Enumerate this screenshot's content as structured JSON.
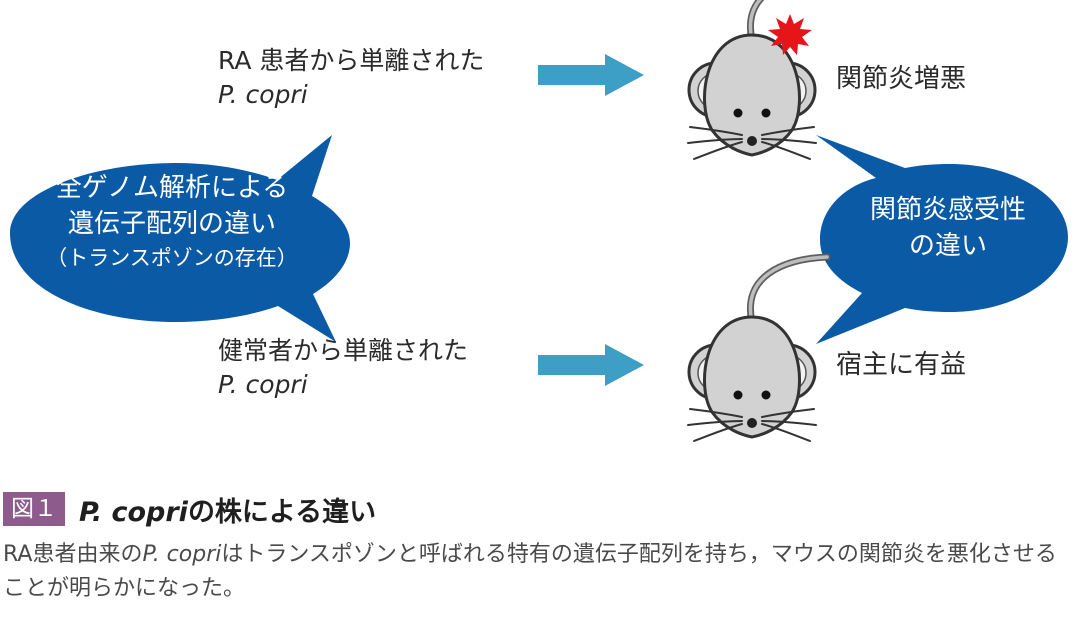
{
  "top_row": {
    "source_label": "RA 患者から単離された",
    "species": "P. copri",
    "outcome": "関節炎増悪"
  },
  "bottom_row": {
    "source_label": "健常者から単離された",
    "species": "P. copri",
    "outcome": "宿主に有益"
  },
  "left_bubble": {
    "line1": "全ゲノム解析による",
    "line2": "遺伝子配列の違い",
    "line3": "（トランスポゾンの存在）"
  },
  "right_bubble": {
    "line1": "関節炎感受性",
    "line2": "の違い"
  },
  "figure": {
    "badge": "図１",
    "title_species": "P. copri",
    "title_rest": "の株による違い"
  },
  "caption": {
    "prefix": "RA患者由来の",
    "species": "P. copri",
    "rest": "はトランスポゾンと呼ばれる特有の遺伝子配列を持ち，マウスの関節炎を悪化させることが明らかになった。"
  },
  "colors": {
    "bubble": "#0a5aa5",
    "arrow": "#3d9ec6",
    "burst": "#e5151a",
    "mouse_body": "#d2d2d2",
    "badge": "#8e5c8c"
  }
}
